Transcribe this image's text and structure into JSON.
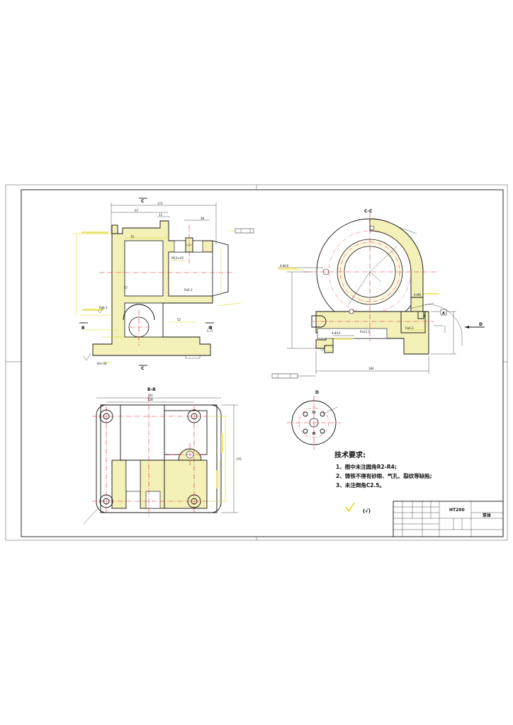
{
  "views": {
    "cut_marker_c": "C",
    "cut_marker_b_left": "B",
    "cut_marker_b_right": "B",
    "section_cc_title": "C-C",
    "section_bb_title": "B-B",
    "view_d_title": "D",
    "view_d_arrow_letter": "D",
    "datum_letter": "A"
  },
  "technical_requirements": {
    "heading": "技术要求:",
    "items": [
      "1、图中未注圆角R2-R4;",
      "2、铸铁不得有砂眼、气孔、裂纹等缺陷;",
      "3、未注倒角C2.5。"
    ]
  },
  "surface_roughness_other": "(√)",
  "title_block": {
    "material": "HT200",
    "part_name": "泵体"
  },
  "colors": {
    "section_fill": "#f3f0b8",
    "center_line": "#e0202a",
    "dimension_line": "#d9d300",
    "outline": "#111111"
  }
}
